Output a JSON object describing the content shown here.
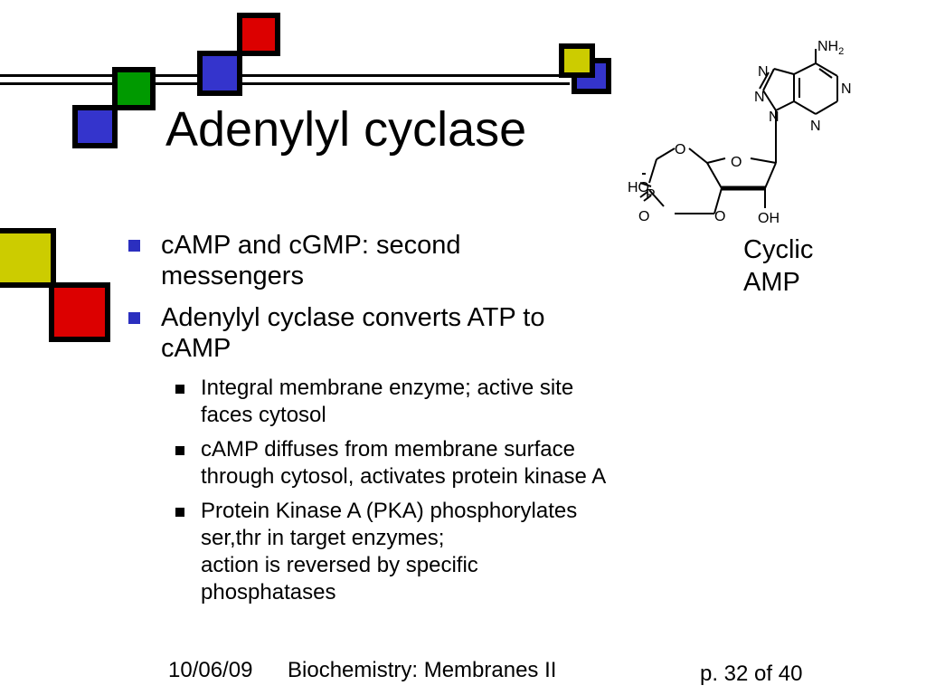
{
  "slide": {
    "title": "Adenylyl cyclase",
    "bullets": [
      {
        "lines": [
          "cAMP and cGMP: second",
          "messengers"
        ]
      },
      {
        "lines": [
          "Adenylyl cyclase converts ATP to",
          "cAMP"
        ]
      }
    ],
    "sub_bullets": [
      {
        "lines": [
          "Integral membrane enzyme; active site",
          "faces cytosol"
        ]
      },
      {
        "lines": [
          "cAMP diffuses from membrane surface",
          "through cytosol, activates protein kinase A"
        ]
      },
      {
        "lines": [
          "Protein Kinase A (PKA) phosphorylates",
          "ser,thr in target enzymes;",
          "action is reversed by specific",
          "phosphatases"
        ]
      }
    ],
    "caption": {
      "line1": "Cyclic",
      "line2": "AMP"
    }
  },
  "molecule": {
    "labels": {
      "nh2_n": "NH",
      "nh2_sub": "2",
      "n1": "N",
      "n2": "N",
      "n3": "N",
      "n4": "N",
      "n5": "N",
      "ho": "HO",
      "p": "P",
      "o_ring5": "O",
      "o_sugar": "O",
      "o_bridge": "O",
      "o_double": "O",
      "oh": "OH"
    }
  },
  "footer": {
    "date": "10/06/09",
    "course": "Biochemistry: Membranes II",
    "page": "p. 32 of 40"
  },
  "colors": {
    "red": "#dc0000",
    "green": "#009a00",
    "blue": "#3434cc",
    "yellow": "#cccc00",
    "bullet_blue": "#2b2fbf"
  }
}
